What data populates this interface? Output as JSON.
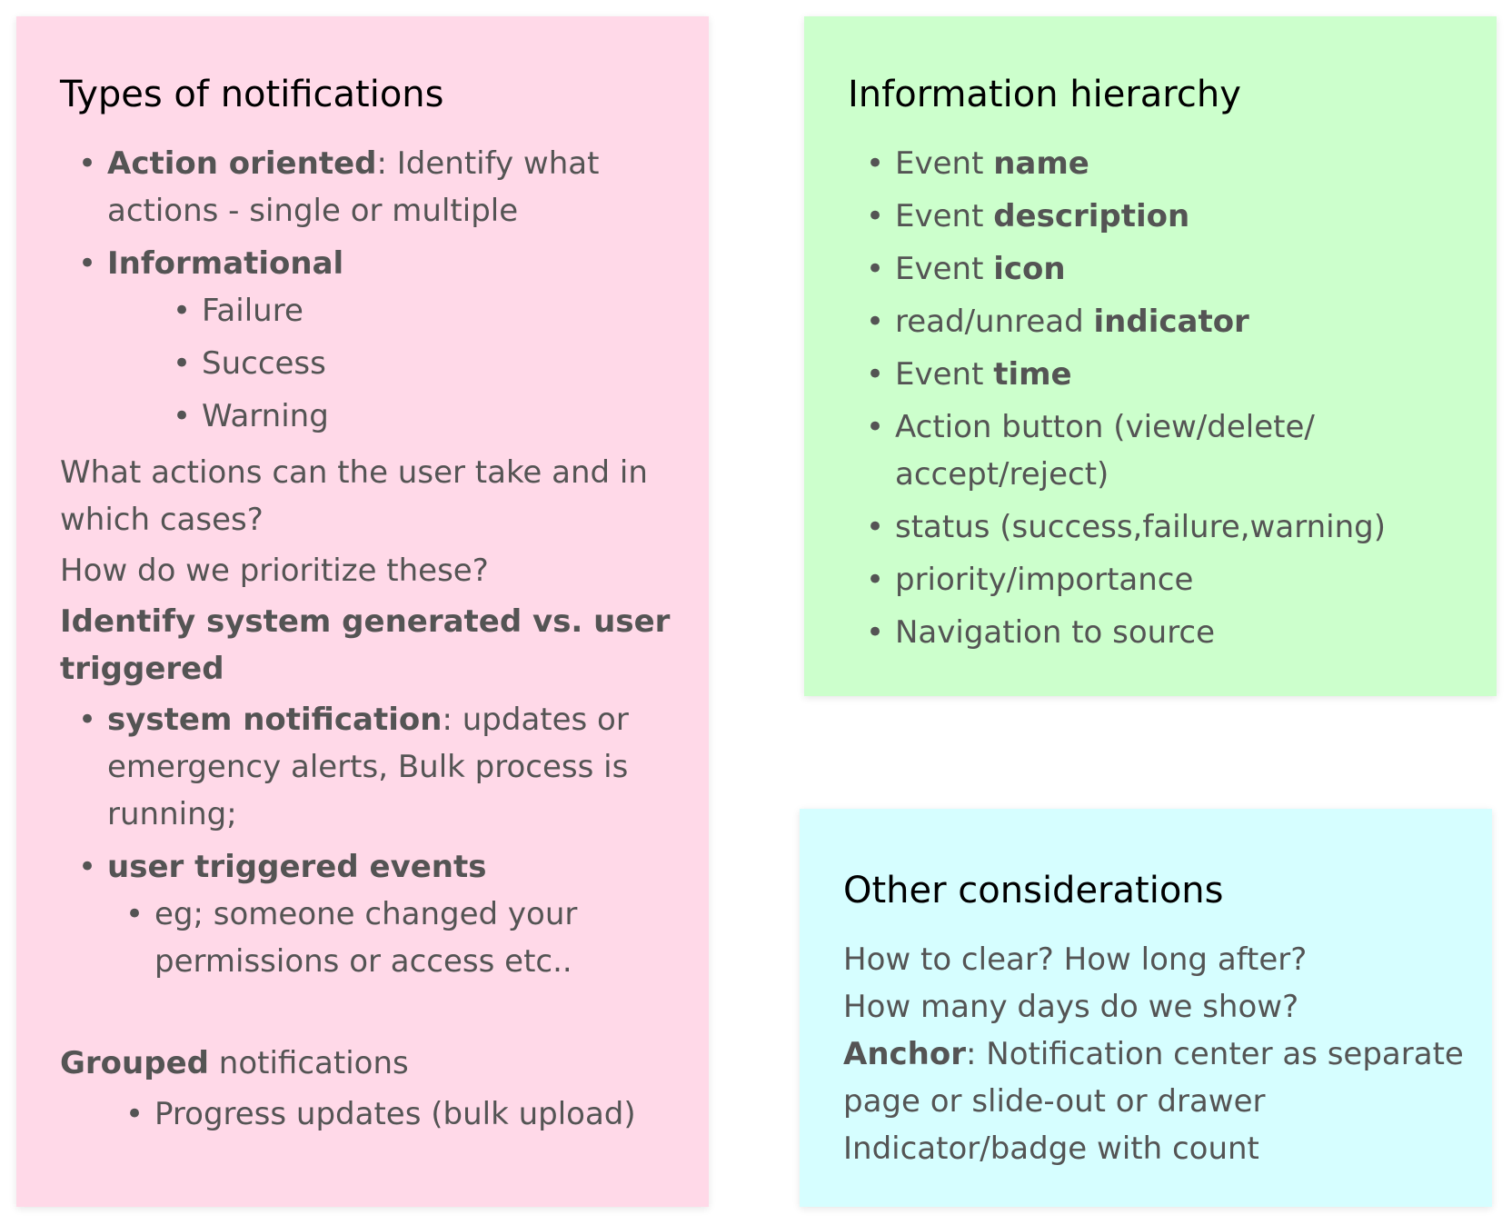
{
  "colors": {
    "pink_note": "#FFD9E8",
    "green_note": "#CCFFCC",
    "cyan_note": "#D6FEFF",
    "title_text": "#000000",
    "body_text": "#545454"
  },
  "types_note": {
    "title": "Types of notifications",
    "action_oriented": {
      "bold": "Action oriented",
      "rest": ": Identify what actions - single or multiple"
    },
    "informational": {
      "bold": "Informational"
    },
    "info_items": [
      "Failure",
      "Success",
      "Warning"
    ],
    "question_1": "What actions can the user take and in which cases?",
    "question_2": "How do we prioritize these?",
    "identify_heading": "Identify system generated vs. user triggered",
    "system_notification": {
      "bold": "system notification",
      "rest": ": updates or emergency alerts, Bulk process is running;"
    },
    "user_triggered": {
      "bold": "user triggered events"
    },
    "user_triggered_example": "eg; someone changed your permissions or access etc..",
    "grouped": {
      "bold": "Grouped",
      "rest": " notifications"
    },
    "grouped_item": "Progress updates (bulk upload)"
  },
  "hierarchy_note": {
    "title": "Information hierarchy",
    "items": [
      {
        "plain": "Event ",
        "bold": "name"
      },
      {
        "plain": "Event ",
        "bold": "description"
      },
      {
        "plain": "Event ",
        "bold": "icon"
      },
      {
        "plain": "read/unread ",
        "bold": "indicator"
      },
      {
        "plain": "Event ",
        "bold": "time"
      },
      {
        "plain": "Action button (view/delete/ accept/reject)",
        "bold": ""
      },
      {
        "plain": "status (success,failure,warning)",
        "bold": ""
      },
      {
        "plain": "priority/importance",
        "bold": ""
      },
      {
        "plain": "Navigation to source",
        "bold": ""
      }
    ]
  },
  "other_note": {
    "title": "Other considerations",
    "line_1": "How to clear? How long after?",
    "line_2": "How many days do we show?",
    "anchor": {
      "bold": "Anchor",
      "rest": ": Notification center as separate page or slide-out or drawer"
    },
    "line_4": "Indicator/badge with count"
  }
}
